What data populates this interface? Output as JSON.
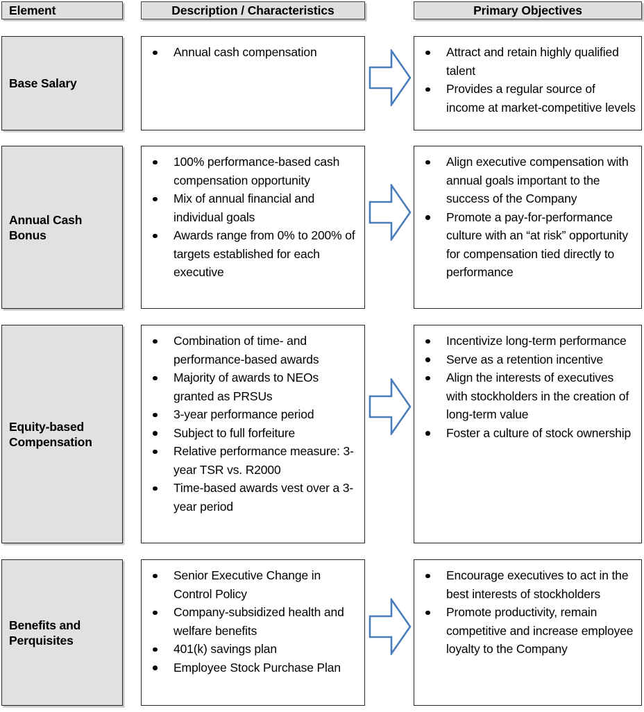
{
  "headers": [
    {
      "label": "Element"
    },
    {
      "label": "Description / Characteristics"
    },
    {
      "label": "Primary Objectives"
    }
  ],
  "accent_color": "#4A7EBB",
  "header_fill": "#E0E0E0",
  "element_fill": "#E1E1E1",
  "border_color": "#262626",
  "arrow_icon": "block-arrow-right-icon",
  "rows": [
    {
      "element": "Base Salary",
      "description": [
        "Annual cash compensation"
      ],
      "objectives": [
        "Attract and retain highly qualified talent",
        "Provides a regular source of income at market-competitive levels"
      ]
    },
    {
      "element": "Annual Cash Bonus",
      "description": [
        "100% performance-based cash compensation opportunity",
        "Mix of annual financial and individual goals",
        "Awards range from 0% to 200% of targets established for each executive"
      ],
      "objectives": [
        "Align executive compensation with annual goals important to the success of the Company",
        "Promote a pay-for-performance culture with an “at risk” opportunity for compensation tied directly to performance"
      ]
    },
    {
      "element": "Equity-based Compensation",
      "description": [
        "Combination of time- and performance-based awards",
        "Majority of awards to NEOs granted as PRSUs",
        "3-year performance period",
        "Subject to full forfeiture",
        "Relative performance measure: 3-year TSR vs. R2000",
        "Time-based awards vest over a 3-year period"
      ],
      "objectives": [
        "Incentivize long-term performance",
        "Serve as a retention incentive",
        "Align the interests of executives with stockholders in the creation of long-term value",
        "Foster a culture of stock ownership"
      ]
    },
    {
      "element": "Benefits and Perquisites",
      "description": [
        "Senior Executive Change in Control Policy",
        "Company-subsidized health and welfare benefits",
        "401(k) savings plan",
        "Employee Stock Purchase Plan"
      ],
      "objectives": [
        "Encourage executives to act in the best interests of stockholders",
        "Promote productivity, remain competitive and increase employee loyalty to the Company"
      ]
    }
  ]
}
